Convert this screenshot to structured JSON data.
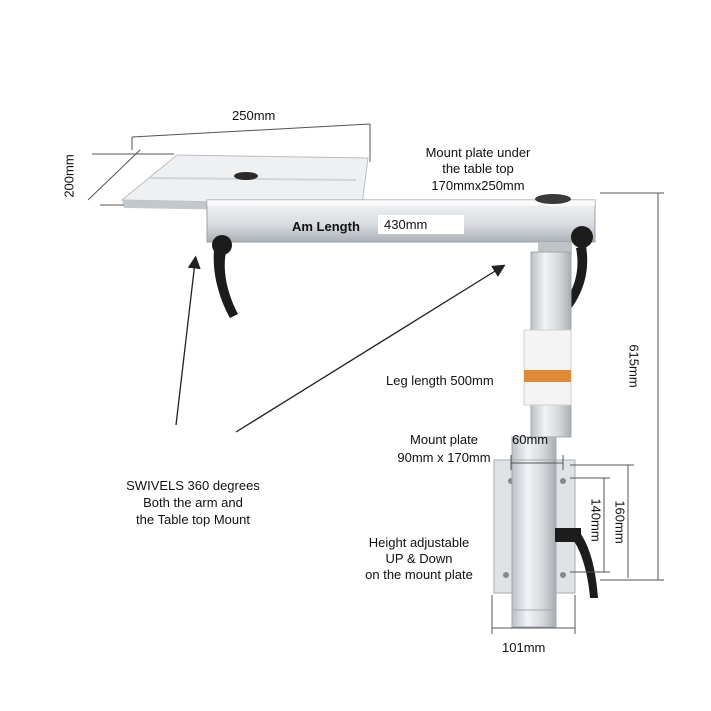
{
  "labels": {
    "dim_top_width": "250mm",
    "dim_top_depth": "200mm",
    "mount_plate_top_line1": "Mount plate under",
    "mount_plate_top_line2": "the table top",
    "mount_plate_top_line3": "170mmx250mm",
    "arm_length_label": "Am Length",
    "arm_length_value": "430mm",
    "leg_length": "Leg length 500mm",
    "total_height": "615mm",
    "mount_plate_line1": "Mount plate",
    "mount_plate_line2": "90mm x 170mm",
    "dim_60": "60mm",
    "dim_140": "140mm",
    "dim_160": "160mm",
    "dim_101": "101mm",
    "swivels_line1": "SWIVELS 360 degrees",
    "swivels_line2": "Both the arm and",
    "swivels_line3": "the Table top Mount",
    "height_adj_line1": "Height adjustable",
    "height_adj_line2": "UP & Down",
    "height_adj_line3": "on the mount plate"
  },
  "colors": {
    "aluminium_light": "#e6e9ec",
    "aluminium_mid": "#c9ced3",
    "aluminium_dark": "#9aa1a8",
    "handle_black": "#1c1c1c",
    "leg_label_orange": "#e08a3a",
    "dimension_line": "#555555"
  },
  "icons": [
    "table-top-plate",
    "arm-beam",
    "locking-lever-handle",
    "pedestal-leg",
    "wall-mount-plate",
    "swivel-arrow"
  ]
}
